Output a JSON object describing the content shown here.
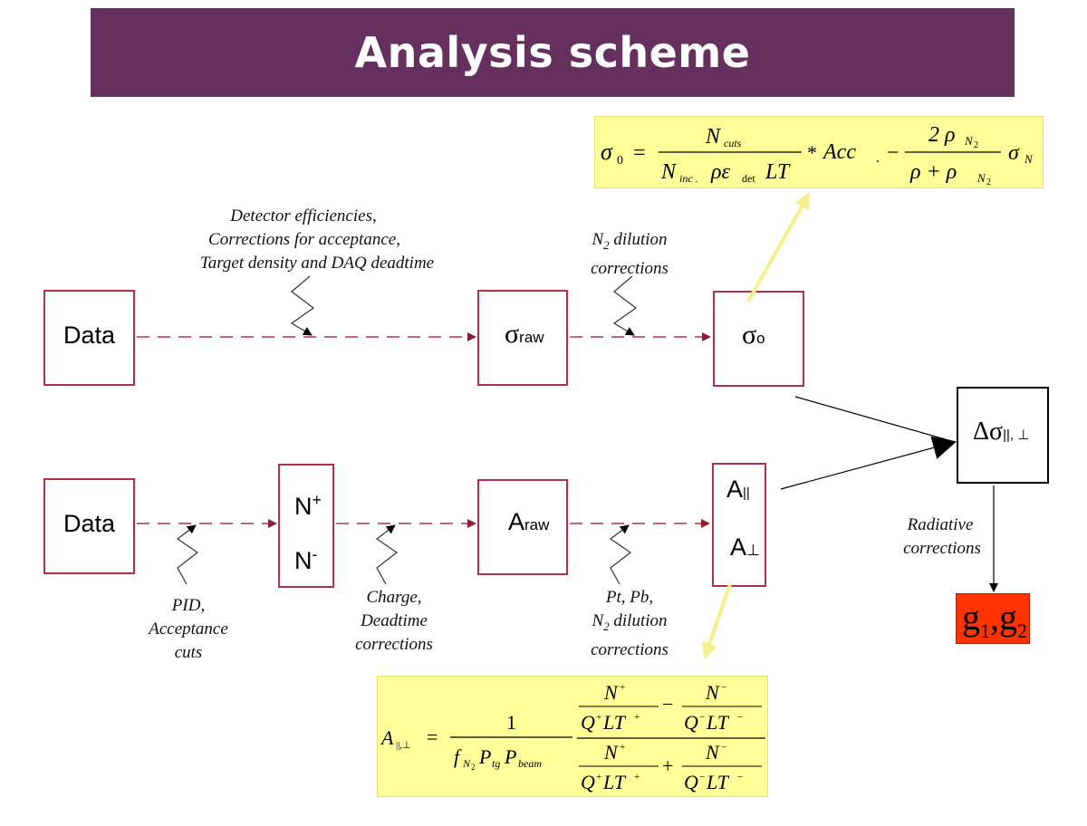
{
  "title": "Analysis scheme",
  "top_row": {
    "data_label": "Data",
    "sigma_raw_symbol": "σ",
    "sigma_raw_sub": "raw",
    "sigma0_symbol": "σ",
    "sigma0_sub": "o"
  },
  "bottom_row": {
    "data_label": "Data",
    "n_plus": "N",
    "n_plus_sup": "+",
    "n_minus": "N",
    "n_minus_sup": "-",
    "a_raw": "A",
    "a_raw_sub": "raw",
    "a_par": "A",
    "a_par_sub": "||",
    "a_perp": "A",
    "a_perp_sub": "⊥"
  },
  "delta_sigma": {
    "symbol": "Δσ",
    "sub": "||, ⊥"
  },
  "result": {
    "g1": "g",
    "g1_sub": "1",
    "sep": ",",
    "g2": "g",
    "g2_sub": "2"
  },
  "annotations": {
    "detector": [
      "Detector efficiencies,",
      "Corrections for acceptance,",
      "Target density and DAQ deadtime"
    ],
    "n2_top": [
      "N",
      "2",
      " dilution",
      "corrections"
    ],
    "pid": [
      "PID,",
      "Acceptance",
      "cuts"
    ],
    "charge": [
      "Charge,",
      "Deadtime",
      "corrections"
    ],
    "ptpb": [
      "Pt, Pb,",
      "N",
      "2",
      " dilution",
      "corrections"
    ],
    "radiative": [
      "Radiative",
      "corrections"
    ]
  },
  "formula_top": {
    "lhs": "σ",
    "lhs_sub": "0",
    "eq": "=",
    "num": "N",
    "num_sub": "cuts",
    "den_n": "N",
    "den_n_sub": "inc .",
    "den_rest": "ρε",
    "den_det": "det",
    "den_lt": "LT",
    "times": "*",
    "acc": "Acc",
    "acc_dot": ".",
    "minus": "−",
    "frac2_num": "2 ρ",
    "frac2_num_sub": "N",
    "frac2_num_subsub": "2",
    "frac2_den": "ρ +  ρ",
    "frac2_den_sub": "N",
    "frac2_den_subsub": "2",
    "tail": "σ",
    "tail_sub": "N"
  },
  "formula_bottom": {
    "lhs": "A",
    "lhs_sub": "||,⊥",
    "eq": "=",
    "one": "1",
    "den": "f",
    "den_sub": "N",
    "den_subsub": "2",
    "p1": "P",
    "p1_sub": "tg",
    "p2": "P",
    "p2_sub": "beam",
    "np": "N",
    "np_sup": "+",
    "qp": "Q",
    "qp_sup": "+",
    "lt": "LT",
    "lt_sup_p": "+",
    "nm": "N",
    "nm_sup": "−",
    "qm": "Q",
    "qm_sup": "−",
    "lt_sup_m": "−",
    "minus": "−",
    "plus": "+"
  }
}
